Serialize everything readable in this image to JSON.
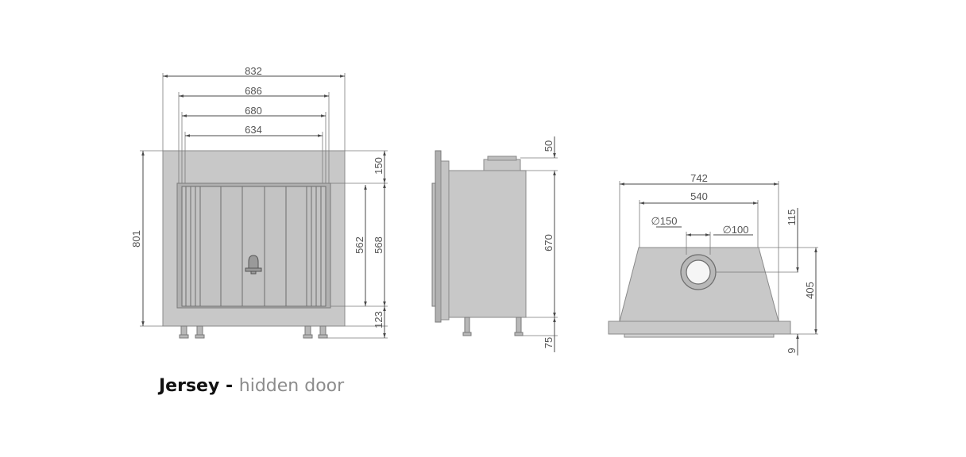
{
  "front_view": {
    "dims": {
      "total_width": "832",
      "opening_width_a": "686",
      "opening_width_b": "680",
      "opening_width_c": "634",
      "total_height": "801",
      "top_band": "150",
      "door_height_inner": "562",
      "door_height_outer": "568",
      "bottom_band": "123"
    }
  },
  "side_view": {
    "dims": {
      "collar_height": "50",
      "body_height": "670",
      "leg_height": "75"
    }
  },
  "top_view": {
    "dims": {
      "total_width": "742",
      "flue_spacing": "540",
      "flue_diameter_large": "∅150",
      "flue_diameter_small": "∅100",
      "offset_top": "115",
      "depth": "405",
      "base_thickness": "9"
    }
  },
  "caption": {
    "model": "Jersey",
    "separator": " - ",
    "variant": "hidden door"
  },
  "colors": {
    "body": "#c8c8c8",
    "dimension_line": "#4a4a4a",
    "caption_variant": "#8c8c8c"
  }
}
